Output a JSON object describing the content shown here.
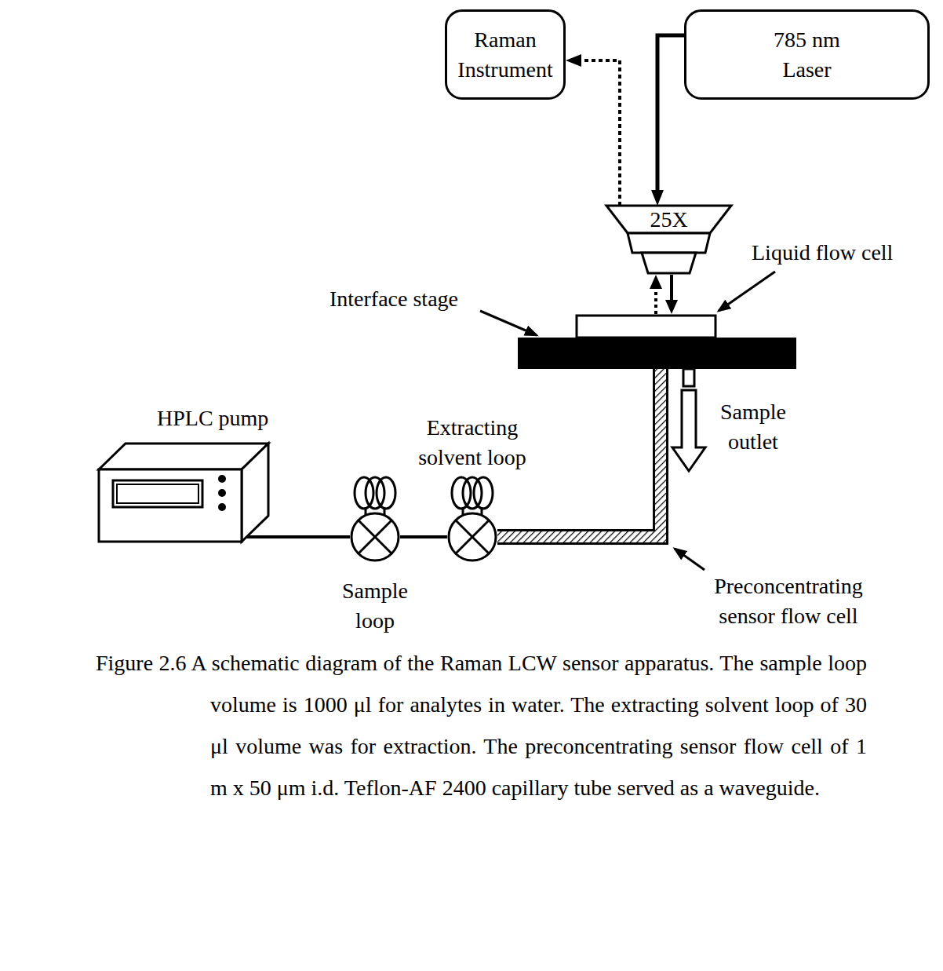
{
  "diagram": {
    "caption": "Figure 2.6 A schematic diagram of the Raman LCW sensor apparatus. The sample loop volume is 1000 μl for analytes in water. The extracting solvent loop of 30 μl volume was for extraction. The preconcentrating sensor flow cell of 1 m x 50 μm i.d. Teflon-AF 2400 capillary tube served as a waveguide.",
    "nodes": [
      {
        "text": [
          "Raman Instrument"
        ]
      },
      {
        "text": [
          "785 nm Laser"
        ]
      },
      {
        "text": [
          "25X"
        ]
      },
      {
        "text": [
          "HPLC pump"
        ]
      },
      {
        "text": [
          "Sample loop"
        ]
      },
      {
        "text": [
          "Extracting solvent loop"
        ]
      }
    ],
    "edges": [
      {
        "from": 1,
        "to": 2,
        "arrow": "to"
      },
      {
        "from": 2,
        "to": 0,
        "arrow": "to"
      },
      {
        "from": 3,
        "to": 4,
        "arrow": "none"
      },
      {
        "from": 4,
        "to": 5,
        "arrow": "none"
      }
    ],
    "labels": [
      "Liquid flow cell",
      "Interface stage",
      "Sample outlet",
      "Preconcentrating sensor flow cell"
    ]
  }
}
